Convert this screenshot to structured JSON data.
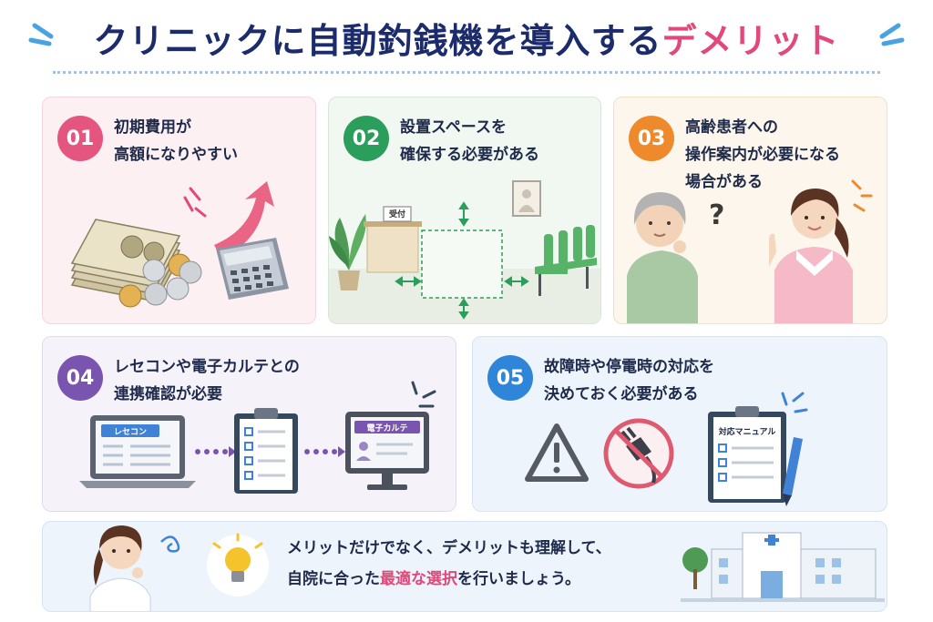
{
  "title": {
    "main": "クリニックに自動釣銭機を導入する",
    "accent": "デメリット"
  },
  "cards": [
    {
      "num": "01",
      "lines": [
        "初期費用が",
        "高額になりやすい"
      ]
    },
    {
      "num": "02",
      "lines": [
        "設置スペースを",
        "確保する必要がある"
      ],
      "desk_label": "受付"
    },
    {
      "num": "03",
      "lines": [
        "高齢患者への",
        "操作案内が必要になる",
        "場合がある"
      ],
      "question": "?"
    },
    {
      "num": "04",
      "lines": [
        "レセコンや電子カルテとの",
        "連携確認が必要"
      ],
      "laptop_label": "レセコン",
      "monitor_label": "電子カルテ"
    },
    {
      "num": "05",
      "lines": [
        "故障時や停電時の対応を",
        "決めておく必要がある"
      ],
      "manual_label": "対応マニュアル"
    }
  ],
  "footer": {
    "line1": "メリットだけでなく、デメリットも理解して、",
    "line2_pre": "自院に合った",
    "line2_hl1": "最適な",
    "line2_hl2": "選択",
    "line2_post": "を行いましょう。"
  },
  "colors": {
    "navy": "#1b2b6b",
    "pink": "#e2487a",
    "green": "#2a9e5a",
    "orange": "#ef8a2c",
    "purple": "#7a55b0",
    "blue": "#2f86d8"
  }
}
